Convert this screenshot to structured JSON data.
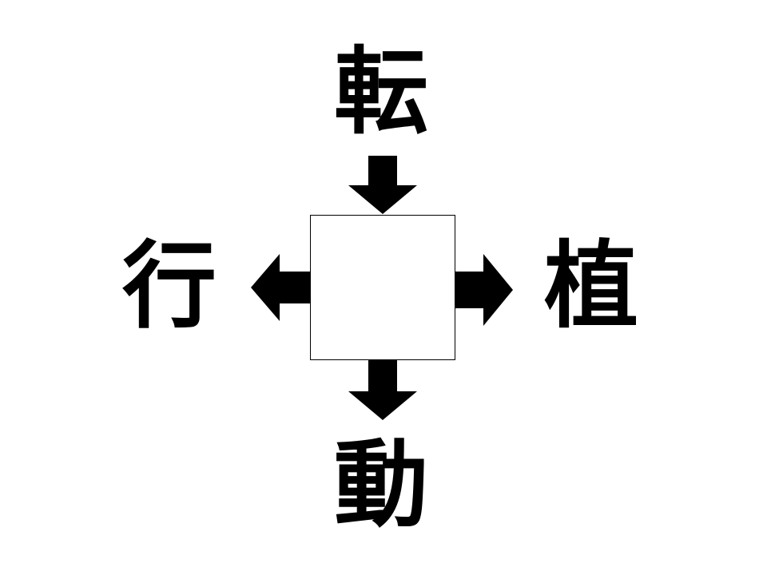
{
  "puzzle": {
    "top_char": "転",
    "left_char": "行",
    "right_char": "植",
    "bottom_char": "動",
    "answer": ""
  },
  "arrows": {
    "top": "arrow-down-icon",
    "bottom": "arrow-down-icon",
    "left": "arrow-left-icon",
    "right": "arrow-right-icon"
  },
  "colors": {
    "ink": "#000000",
    "background": "#ffffff"
  }
}
